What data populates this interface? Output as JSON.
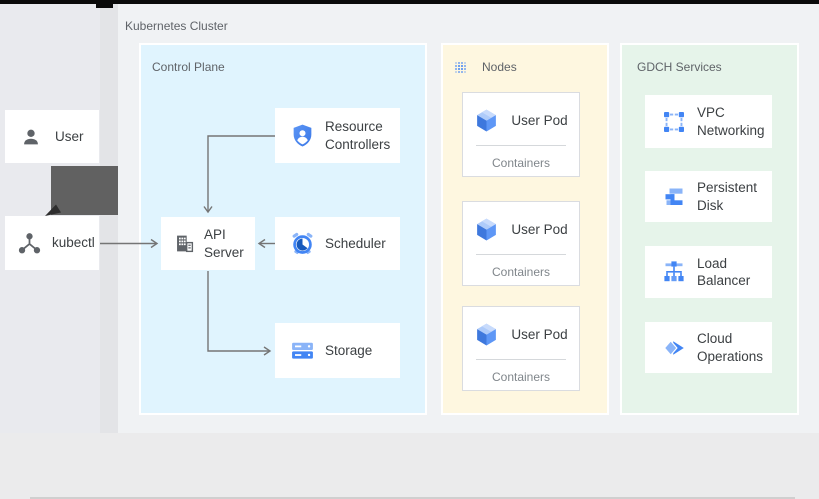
{
  "header": {
    "cluster_label": "Kubernetes Cluster"
  },
  "colors": {
    "accent_blue": "#4285f4",
    "light_blue": "#8ab4f8",
    "pale_blue": "#aecbfa",
    "control_plane_bg": "#e0f4fe",
    "nodes_bg": "#fef7e0",
    "gdch_bg": "#e6f4ea",
    "section_label_gray": "#5f6368",
    "card_text_dark": "#3c4043",
    "muted_text": "#80868b",
    "connector_gray": "#757575"
  },
  "external": {
    "user_label": "User",
    "kubectl_label": "kubectl"
  },
  "control_plane": {
    "label": "Control Plane",
    "resource_controllers": "Resource Controllers",
    "api_server": "API Server",
    "scheduler": "Scheduler",
    "storage": "Storage"
  },
  "nodes": {
    "label": "Nodes",
    "pods": [
      {
        "label": "User Pod",
        "sublabel": "Containers"
      },
      {
        "label": "User Pod",
        "sublabel": "Containers"
      },
      {
        "label": "User Pod",
        "sublabel": "Containers"
      }
    ]
  },
  "gdch": {
    "label": "GDCH Services",
    "services": [
      {
        "label": "VPC Networking"
      },
      {
        "label": "Persistent Disk"
      },
      {
        "label": "Load Balancer"
      },
      {
        "label": "Cloud Operations"
      }
    ]
  }
}
